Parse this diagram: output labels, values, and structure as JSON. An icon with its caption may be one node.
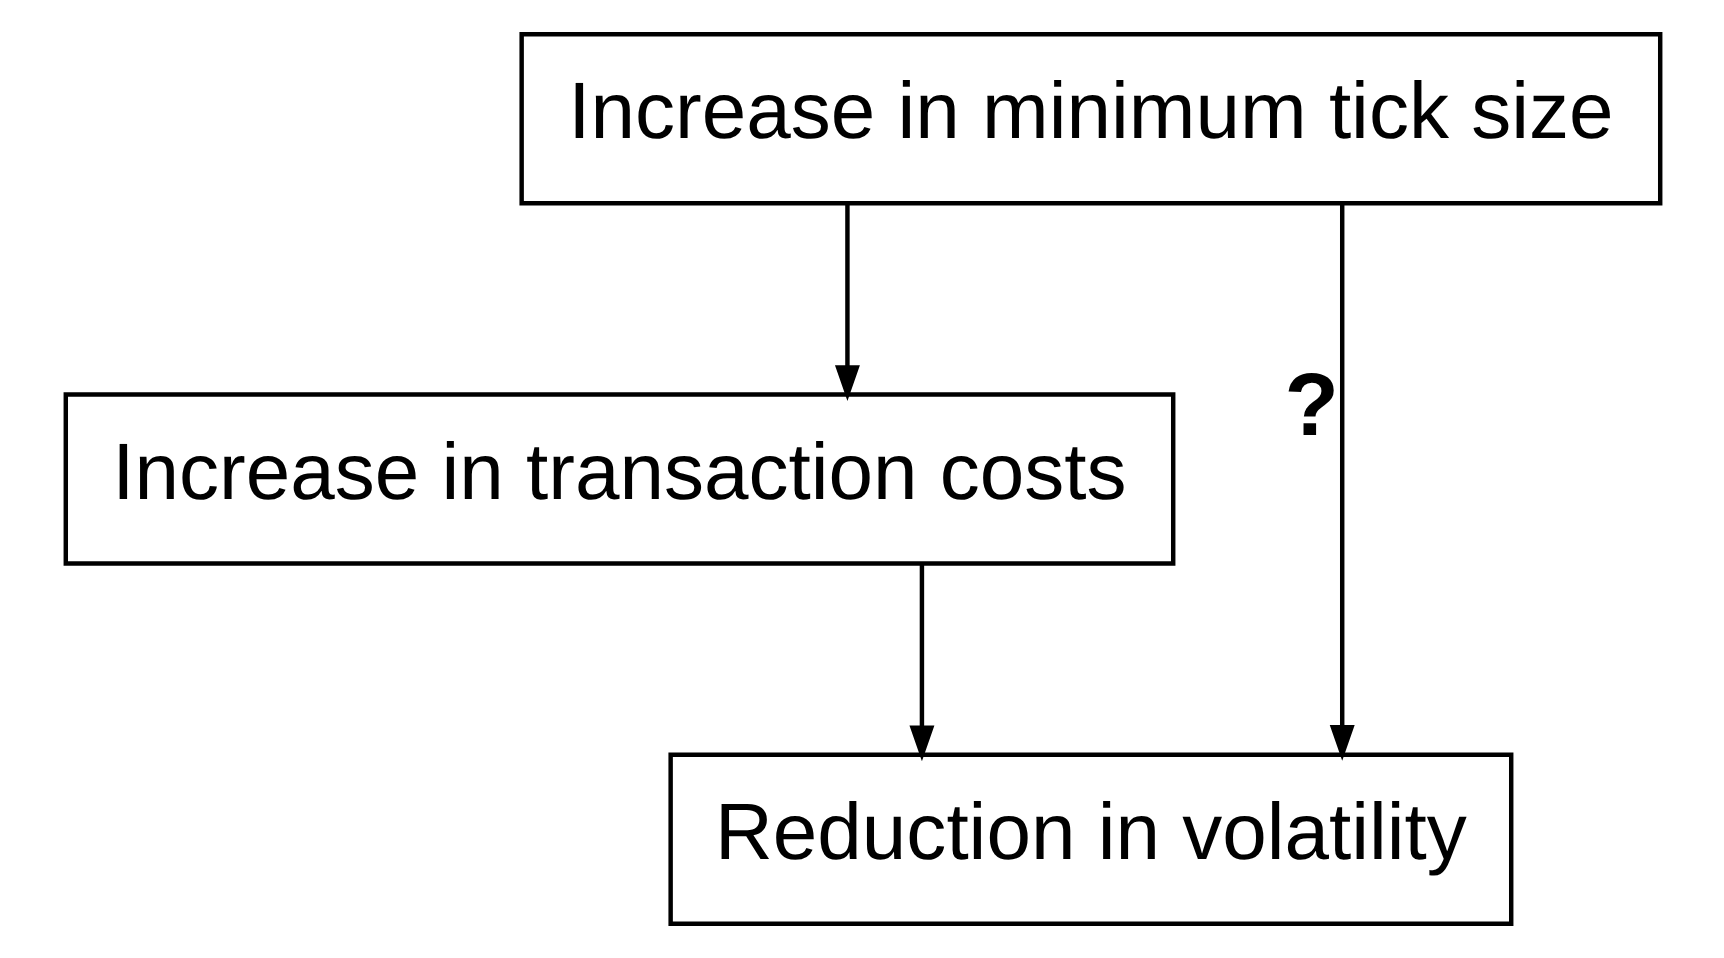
{
  "diagram": {
    "nodes": [
      {
        "text": [
          "Increase in minimum tick size"
        ]
      },
      {
        "text": [
          "Increase in transaction costs"
        ]
      },
      {
        "text": [
          "Reduction in volatility"
        ]
      }
    ],
    "edges": [
      {
        "from": 0,
        "to": 1,
        "arrow": "to"
      },
      {
        "from": 1,
        "to": 2,
        "arrow": "to"
      },
      {
        "from": 0,
        "to": 2,
        "arrow": "to",
        "label": "?"
      }
    ]
  }
}
